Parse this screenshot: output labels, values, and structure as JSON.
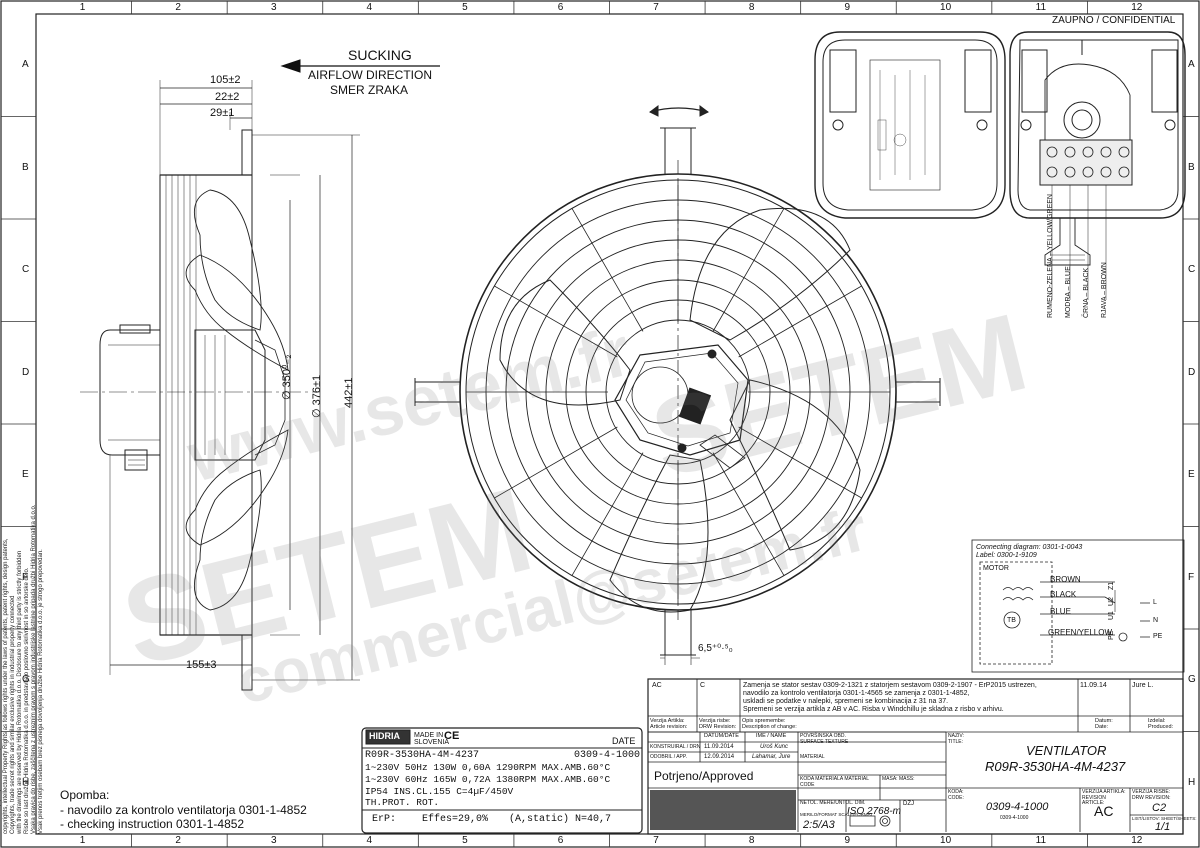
{
  "frame": {
    "columns": [
      "1",
      "2",
      "3",
      "4",
      "5",
      "6",
      "7",
      "8",
      "9",
      "10",
      "11",
      "12"
    ],
    "rows": [
      "A",
      "B",
      "C",
      "D",
      "E",
      "F",
      "G",
      "H"
    ],
    "confidential": "ZAUPNO / CONFIDENTIAL"
  },
  "airflow": {
    "line1": "SUCKING",
    "line2": "AIRFLOW DIRECTION",
    "line3": "SMER ZRAKA"
  },
  "dimensions": {
    "d105": "105±2",
    "d22": "22±2",
    "d29": "29±1",
    "d155": "155±3",
    "d350": "∅ 350⁰₋₂",
    "d376": "∅ 376±1",
    "d442": "442±1",
    "d65": "6,5⁺⁰·⁵₀"
  },
  "terminal_wires": [
    "RUMENO-ZELENA – YELLOW/GREEN",
    "MODRA – BLUE",
    "ČRNA – BLACK",
    "RJAVA – BROWN"
  ],
  "connection_diagram": {
    "title": "Connecting diagram: 0301-1-0043",
    "label": "Label: 0300-1-9109",
    "motor": "MOTOR",
    "wires": [
      "BROWN",
      "BLACK",
      "BLUE",
      "GREEN/YELLOW"
    ],
    "terminals": [
      "Z1",
      "U2",
      "U1",
      "PE"
    ],
    "lines": [
      "L",
      "N",
      "PE"
    ],
    "tb": "TB"
  },
  "nameplate": {
    "brand": "HIDRIA",
    "made_in": "MADE IN SLOVENIA",
    "ce": "CE",
    "date_label": "DATE",
    "model": "R09R-3530HA-4M-4237",
    "code": "0309-4-1000",
    "line1": "1~230V 50Hz 130W 0,60A 1290RPM MAX.AMB.60°C",
    "line2": "1~230V 60Hz 165W 0,72A 1380RPM MAX.AMB.60°C",
    "line3": "IP54 INS.CL.155 C=4µF/450V",
    "line4": "TH.PROT. ROT.",
    "erp_label": "ErP:",
    "erp_eff": "Effes=29,0%",
    "erp_static": "(A,static)",
    "erp_n": "N=40,7"
  },
  "opomba": {
    "title": "Opomba:",
    "items": [
      "- navodilo za kontrolo ventilatorja 0301-1-4852",
      "- checking instruction 0301-1-4852"
    ]
  },
  "revision": {
    "ac": "AC",
    "c": "C",
    "text1": "Zamenja se stator sestav 0309-2-1321 z statorjem sestavom 0309-2-1907 - ErP2015 ustrezen,",
    "text2": "navodilo za kontrolo ventilatorja 0301-1-4565 se zamenja z 0301-1-4852,",
    "text3": "uskladi se podatke v nalepki, spremeni se kombinacija z 31 na 37.",
    "text4": "Spremeni se verzija artikla z AB v AC. Risba v Windchillu je skladna z risbo v arhivu.",
    "date": "11.09.14",
    "author": "Jure L.",
    "hdr_version": "Verzija Artikla: Article revision:",
    "hdr_drw": "Verzija risbe: DRW Revision:",
    "hdr_desc": "Opis spremembe: Description of change:",
    "hdr_date": "Datum: Date:",
    "hdr_by": "Izdelal: Produced:"
  },
  "title_block": {
    "datum_hdr": "DATUM/DATE",
    "ime_hdr": "IME / NAME",
    "konstruiral": "KONSTRUIRAL / DRN",
    "konst_date": "11.09.2014",
    "konst_name": "Uroš Kunc",
    "odobril": "ODOBRIL / APP.",
    "odob_date": "12.09.2014",
    "odob_name": "Lahamar, Jure",
    "approved": "Potrjeno/Approved",
    "surface": "POVRŠINSKA OBD. SURFACE TEXTURE",
    "material_hdr": "MATERIAL",
    "koda_mat": "KODA MATERIALA MATERIAL CODE",
    "masa": "MASA: MASS:",
    "netol": "NETOL. MERE/UNTOL. DIM.",
    "iso": "ISO 2768-m",
    "dzj": "DZJ",
    "merilo": "MERILO/FORMAT SCALE/FORMAT",
    "scale": "2:5/A3",
    "naziv": "NAZIV: TITLE:",
    "title1": "VENTILATOR",
    "title2": "R09R-3530HA-4M-4237",
    "koda": "KODA: CODE:",
    "code": "0309-4-1000",
    "code_small": "0309-4-1000",
    "rev_art_hdr": "VERZIJA ARTIKLA: REVISION ARTICLE:",
    "rev_art": "AC",
    "rev_drw_hdr": "VERZIJA RISBE: DRW REVISION:",
    "rev_drw": "C2",
    "list_hdr": "LIST/LISTOV: SHEET/SHEETS:",
    "sheet": "1/1"
  },
  "side_notes": [
    "All drawings, regardless of form, are owned by Hidria Rotomatika d.o.o. and are strictly confidential and present",
    "copyrights, intellectual Property Rights as follows rights under the laws of patents, patent rights, design patents,",
    "Copyrights, trade secret rights and similar exclusive rights in industrial property connected",
    "with the drawings are reserved by Hidria Rotomatika d.o.o. Disclosure to any third party is strictly forbidden",
    "Risbe so last družbe Hidria Rotomatika d.o.o. in predstavljajo poslovno skrivnost in so avtorske delo.",
    "Vsaka pravica do risbe, zaščitena z ustreznim pravom s pravom industrijske lastnine pripada družbi Hidria Rotomatika d.o.o.",
    "Vsak prenos tretjim osebam brez pisnega dovoljenja družbe Hidria Rotomatika d.o.o. je strogo prepovedan."
  ],
  "watermarks": [
    "SETEM",
    "www.setem.fr",
    "commercial@setem.fr",
    "SETEM"
  ]
}
